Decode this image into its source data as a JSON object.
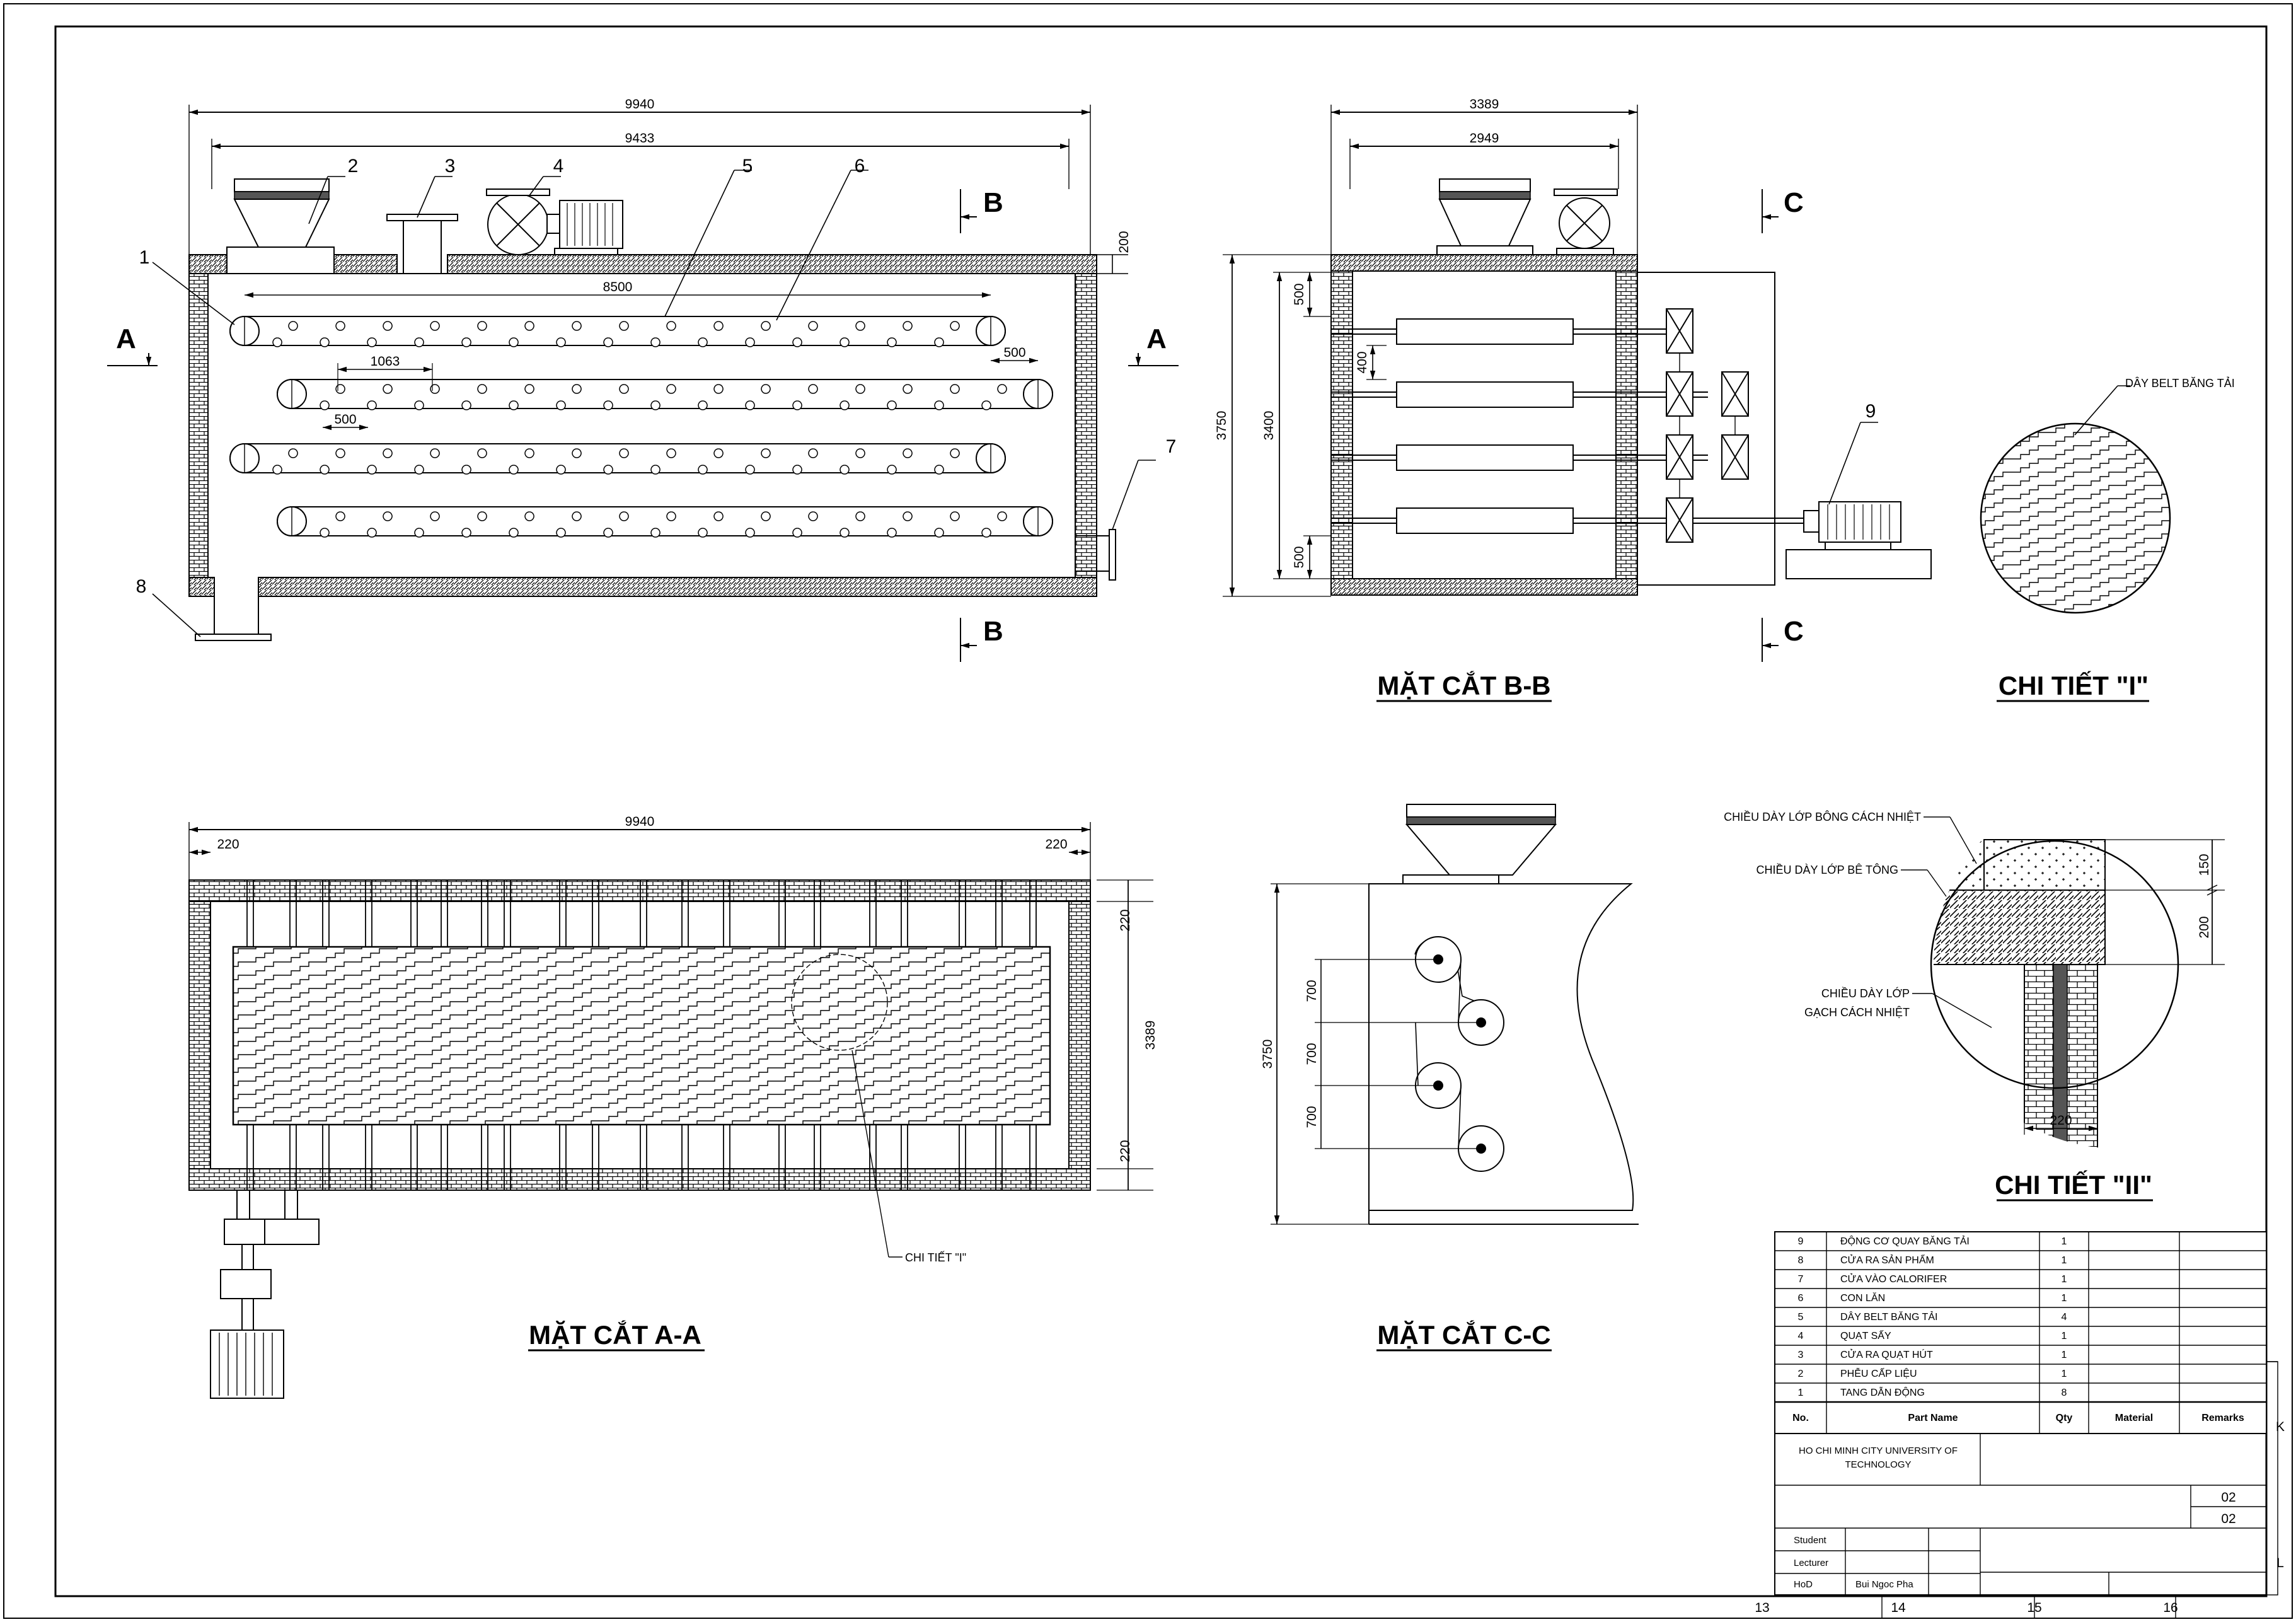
{
  "view_a": {
    "dims": {
      "overall": "9940",
      "inner": "9433",
      "belt": "8500",
      "pitch": "1063",
      "offset_right": "500",
      "offset_left": "500",
      "top_wall": "200"
    },
    "callouts": [
      "1",
      "2",
      "3",
      "4",
      "5",
      "6",
      "7",
      "8"
    ],
    "section_letters": {
      "a": "A",
      "b": "B"
    }
  },
  "section_bb": {
    "title": "MẶT CẮT B-B",
    "dims": {
      "overall": "3389",
      "inner": "2949",
      "height_outer": "3750",
      "height_inner": "3400",
      "top_gap": "500",
      "spacing": "400",
      "bottom_gap": "500"
    },
    "callout": "9",
    "section_letter": "C"
  },
  "detail_1": {
    "title": "CHI TIẾT \"I\"",
    "label": "DÂY BELT BĂNG TẢI"
  },
  "section_aa": {
    "title": "MẶT CẮT A-A",
    "dims": {
      "overall": "9940",
      "left_wall": "220",
      "right_wall": "220",
      "top_wall": "220",
      "height": "3389",
      "bottom_wall": "220"
    },
    "detail_ref": "CHI TIẾT \"I\""
  },
  "section_cc": {
    "title": "MẶT CẮT C-C",
    "dims": {
      "height": "3750",
      "gap1": "700",
      "gap2": "700",
      "gap3": "700"
    }
  },
  "detail_2": {
    "title": "CHI TIẾT \"II\"",
    "label_insulation": "CHIỀU DÀY LỚP BÔNG CÁCH NHIỆT",
    "label_concrete": "CHIỀU DÀY LỚP BÊ TÔNG",
    "label_brick_1": "CHIỀU DÀY LỚP",
    "label_brick_2": "GẠCH CÁCH NHIỆT",
    "dim_insulation": "150",
    "dim_concrete": "200",
    "dim_brick": "220"
  },
  "parts_table": {
    "headers": {
      "no": "No.",
      "name": "Part Name",
      "qty": "Qty",
      "material": "Material",
      "remarks": "Remarks"
    },
    "rows": [
      {
        "no": "9",
        "name": "ĐỘNG CƠ QUAY BĂNG TẢI",
        "qty": "1"
      },
      {
        "no": "8",
        "name": "CỬA RA SẢN PHẨM",
        "qty": "1"
      },
      {
        "no": "7",
        "name": "CỬA VÀO CALORIFER",
        "qty": "1"
      },
      {
        "no": "6",
        "name": "CON LĂN",
        "qty": "1"
      },
      {
        "no": "5",
        "name": "DÂY BELT BĂNG TẢI",
        "qty": "4"
      },
      {
        "no": "4",
        "name": "QUẠT SẤY",
        "qty": "1"
      },
      {
        "no": "3",
        "name": "CỬA RA QUẠT HÚT",
        "qty": "1"
      },
      {
        "no": "2",
        "name": "PHỄU CẤP LIỆU",
        "qty": "1"
      },
      {
        "no": "1",
        "name": "TANG DẪN ĐỘNG",
        "qty": "8"
      }
    ]
  },
  "title_block": {
    "university_1": "HO CHI MINH CITY UNIVERSITY OF",
    "university_2": "TECHNOLOGY",
    "sheet_1": "02",
    "sheet_2": "02",
    "student_label": "Student",
    "lecturer_label": "Lecturer",
    "hod_label": "HoD",
    "hod_name": "Bui Ngoc Pha"
  },
  "grid_labels": {
    "c13": "13",
    "c14": "14",
    "c15": "15",
    "c16": "16",
    "rk": "K",
    "rl": "L"
  }
}
